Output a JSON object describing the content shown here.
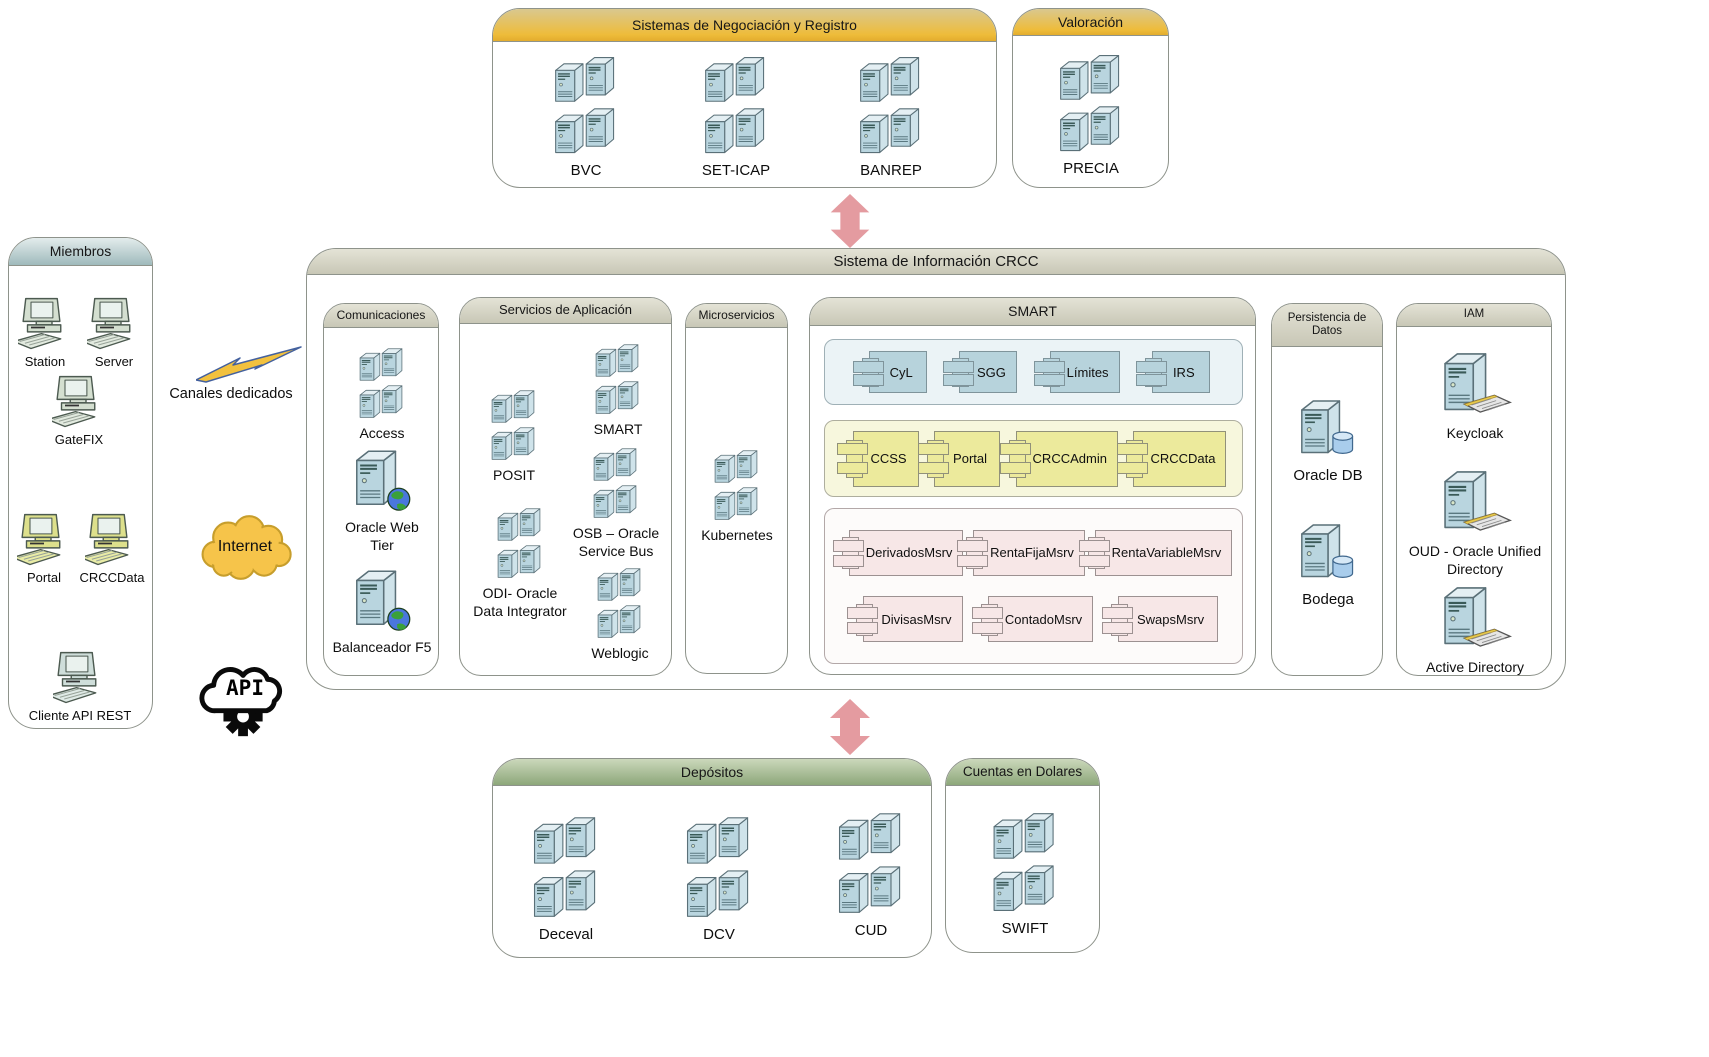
{
  "top": {
    "negociacion": {
      "title": "Sistemas de Negociación y Registro",
      "items": [
        "BVC",
        "SET-ICAP",
        "BANREP"
      ]
    },
    "valoracion": {
      "title": "Valoración",
      "items": [
        "PRECIA"
      ]
    }
  },
  "miembros": {
    "title": "Miembros",
    "items": [
      "Station",
      "Server",
      "GateFIX",
      "Portal",
      "CRCCData",
      "Cliente API REST"
    ]
  },
  "links": {
    "canales": "Canales dedicados",
    "internet": "Internet",
    "api": "API"
  },
  "main": {
    "title": "Sistema de Información CRCC",
    "comunicaciones": {
      "title": "Comunicaciones",
      "items": [
        "Access",
        "Oracle Web Tier",
        "Balanceador F5"
      ]
    },
    "servicios": {
      "title": "Servicios de Aplicación",
      "items": [
        "SMART",
        "POSIT",
        "OSB – Oracle Service Bus",
        "ODI- Oracle Data Integrator",
        "Weblogic"
      ]
    },
    "microservicios": {
      "title": "Microservicios",
      "items": [
        "Kubernetes"
      ]
    },
    "smart": {
      "title": "SMART",
      "core": [
        "CyL",
        "SGG",
        "Límites",
        "IRS"
      ],
      "apps": [
        "CCSS",
        "Portal",
        "CRCCAdmin",
        "CRCCData"
      ],
      "microservices": [
        [
          "DerivadosMsrv",
          "RentaFijaMsrv",
          "RentaVariableMsrv"
        ],
        [
          "DivisasMsrv",
          "ContadoMsrv",
          "SwapsMsrv"
        ]
      ]
    },
    "persistencia": {
      "title": "Persistencia de Datos",
      "items": [
        "Oracle DB",
        "Bodega"
      ]
    },
    "iam": {
      "title": "IAM",
      "items": [
        "Keycloak",
        "OUD - Oracle Unified Directory",
        "Active Directory"
      ]
    }
  },
  "bottom": {
    "depositos": {
      "title": "Depósitos",
      "items": [
        "Deceval",
        "DCV",
        "CUD"
      ]
    },
    "cuentas": {
      "title": "Cuentas en Dolares",
      "items": [
        "SWIFT"
      ]
    }
  },
  "colors": {
    "header_gold": "#eebc3a",
    "header_green": "#8da77a",
    "header_teal": "#9fbabc",
    "header_tan": "#ccccbc",
    "arrow_pink": "#e49ba0",
    "component_blue": "#b7d3dc",
    "component_yellow": "#ecea9c",
    "component_pink": "#f7e7e7",
    "internet_cloud": "#f6c44a"
  }
}
